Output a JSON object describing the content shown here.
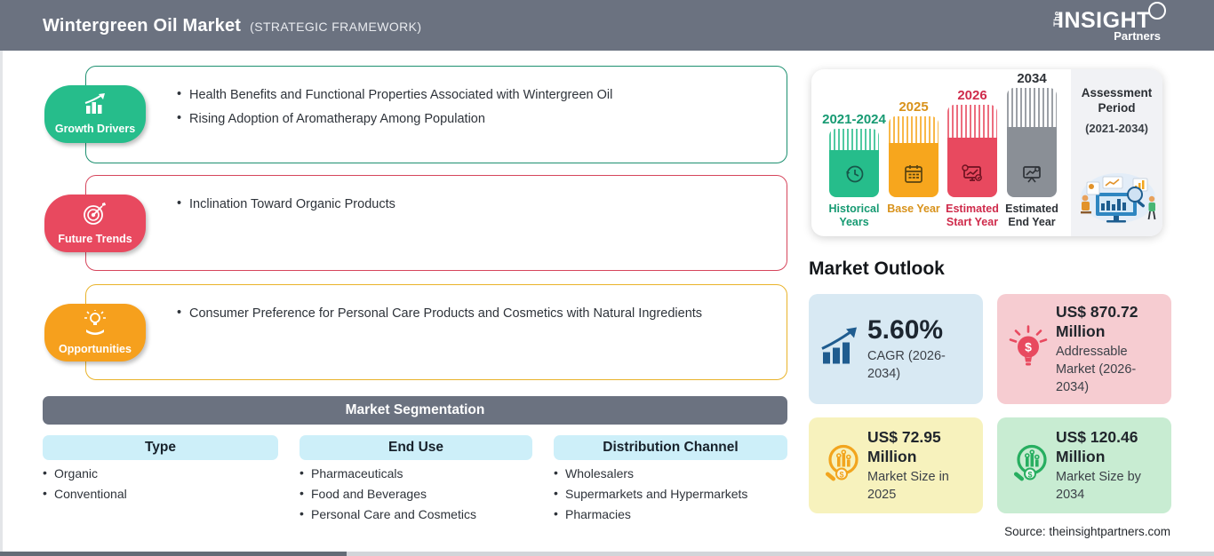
{
  "header": {
    "title": "Wintergreen Oil Market",
    "subtitle": "(STRATEGIC FRAMEWORK)",
    "logo": {
      "the": "The",
      "insight": "INSIGHT",
      "partners": "Partners"
    }
  },
  "colors": {
    "header_bg": "#6b7280",
    "growth_green": "#26bd8b",
    "trends_red": "#e8495f",
    "opportunities_orange": "#f6a01d",
    "base_year_orange": "#f7a61d",
    "end_year_gray": "#8a8f96",
    "segment_header_blue": "#cdeff9",
    "card_blue": "#d8e9f3",
    "card_pink": "#f6ccd1",
    "card_yellow": "#f7f2bd",
    "card_green": "#c8ecd2"
  },
  "framework": [
    {
      "label": "Growth Drivers",
      "bullets": [
        "Health Benefits and Functional Properties Associated with Wintergreen Oil",
        "Rising Adoption of Aromatherapy Among Population"
      ]
    },
    {
      "label": "Future Trends",
      "bullets": [
        "Inclination Toward Organic Products"
      ]
    },
    {
      "label": "Opportunities",
      "bullets": [
        "Consumer Preference for Personal Care Products and Cosmetics with Natural Ingredients"
      ]
    }
  ],
  "segmentation": {
    "title": "Market Segmentation",
    "columns": [
      {
        "header": "Type",
        "items": [
          "Organic",
          "Conventional"
        ]
      },
      {
        "header": "End Use",
        "items": [
          "Pharmaceuticals",
          "Food and Beverages",
          "Personal Care and Cosmetics"
        ]
      },
      {
        "header": "Distribution Channel",
        "items": [
          "Wholesalers",
          "Supermarkets and Hypermarkets",
          "Pharmacies"
        ]
      }
    ]
  },
  "timeline": {
    "bars": [
      {
        "year": "2021-2024",
        "label": "Historical Years"
      },
      {
        "year": "2025",
        "label": "Base Year"
      },
      {
        "year": "2026",
        "label": "Estimated Start Year"
      },
      {
        "year": "2034",
        "label": "Estimated End Year"
      }
    ],
    "assessment": {
      "line1": "Assessment Period",
      "line2": "(2021-2034)"
    }
  },
  "outlook": {
    "title": "Market Outlook",
    "cards": [
      {
        "value": "5.60%",
        "desc": "CAGR (2026-2034)"
      },
      {
        "value": "US$ 870.72 Million",
        "desc": "Addressable Market (2026-2034)"
      },
      {
        "value": "US$ 72.95 Million",
        "desc": "Market Size in 2025"
      },
      {
        "value": "US$ 120.46 Million",
        "desc": "Market Size by 2034"
      }
    ]
  },
  "source": "Source: theinsightpartners.com"
}
